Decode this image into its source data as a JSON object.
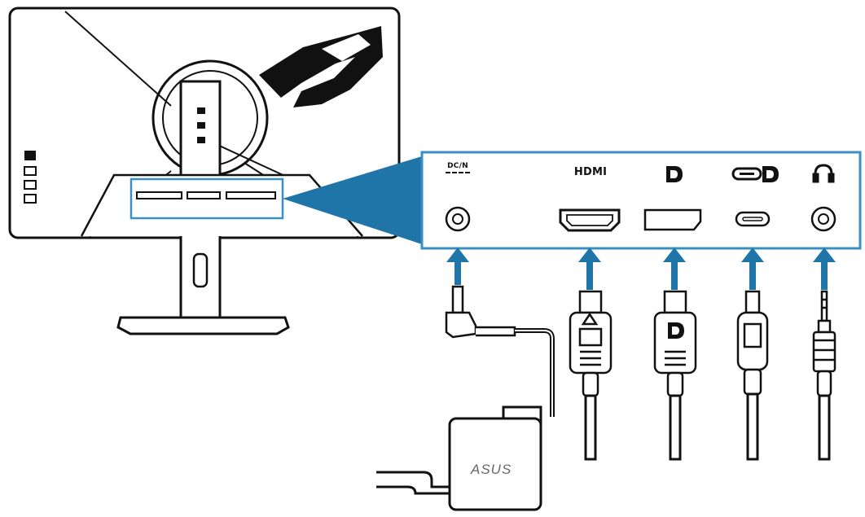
{
  "panel": {
    "labels": {
      "dc_in": "DC/N",
      "hdmi": "HDMI"
    },
    "ports": [
      "dc-in-port-icon",
      "hdmi-port-icon",
      "displayport-icon",
      "usb-c-displayport-icon",
      "headphone-jack-icon"
    ]
  },
  "adapter": {
    "brand": "ASUS"
  },
  "colors": {
    "accent": "#1f75a8",
    "panel_border": "#3a8fc4",
    "line": "#111111"
  }
}
